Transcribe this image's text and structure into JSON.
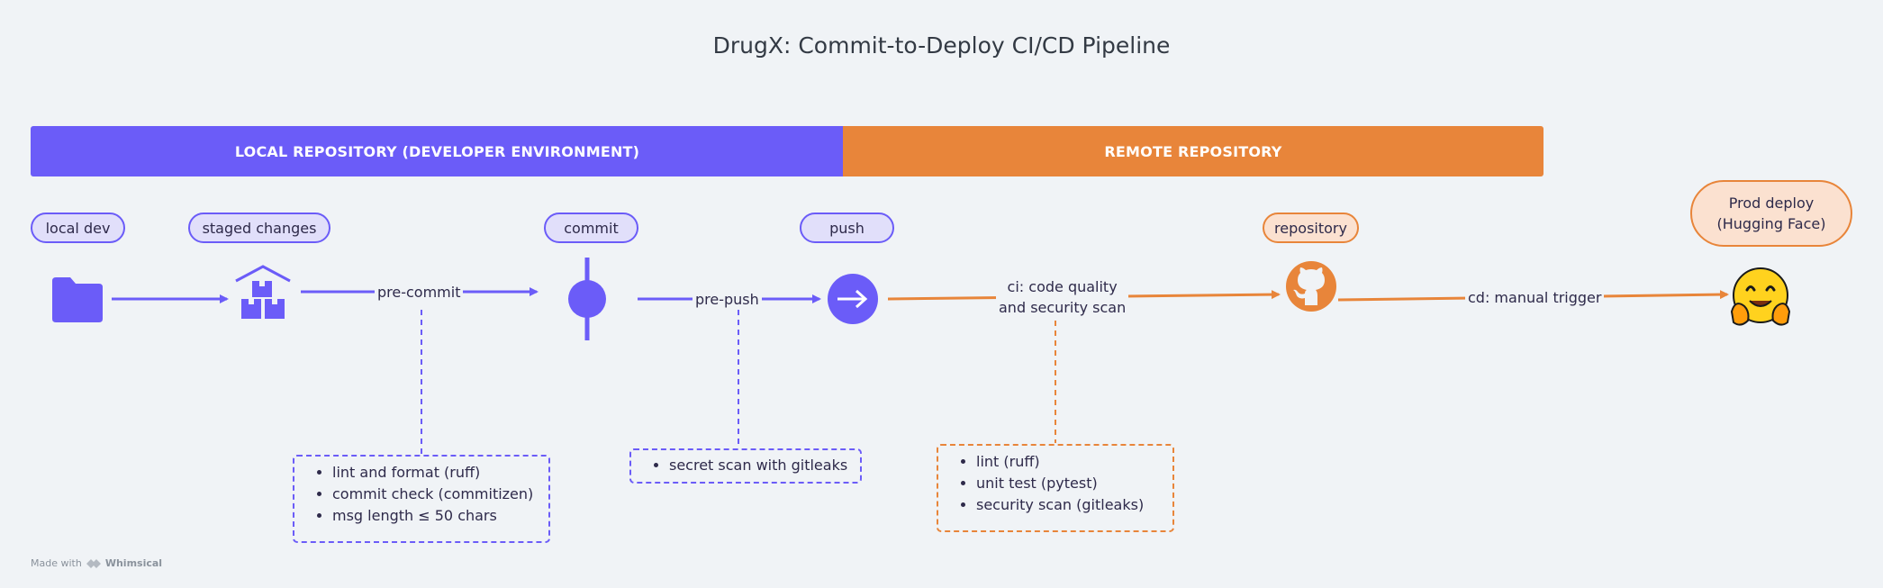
{
  "title": "DrugX: Commit-to-Deploy CI/CD Pipeline",
  "colors": {
    "local": "#6b5cf8",
    "remote": "#e8853a",
    "background": "#f0f3f6"
  },
  "bands": {
    "local": "LOCAL REPOSITORY (DEVELOPER ENVIRONMENT)",
    "remote": "REMOTE REPOSITORY"
  },
  "nodes": {
    "local_dev": "local dev",
    "staged_changes": "staged changes",
    "commit": "commit",
    "push": "push",
    "repository": "repository",
    "prod_deploy_line1": "Prod deploy",
    "prod_deploy_line2": "(Hugging Face)"
  },
  "icons": {
    "local_dev": "folder-icon",
    "staged_changes": "boxes-icon",
    "commit": "git-commit-icon",
    "push": "arrow-right-circle-icon",
    "repository": "github-icon",
    "prod_deploy": "hugging-face-icon"
  },
  "edges": {
    "pre_commit": "pre-commit",
    "pre_push": "pre-push",
    "ci_line1": "ci: code quality",
    "ci_line2": "and security scan",
    "cd": "cd: manual trigger"
  },
  "notes": {
    "pre_commit": [
      "lint and format (ruff)",
      "commit check (commitizen)",
      "msg length ≤ 50 chars"
    ],
    "pre_push": [
      "secret scan with gitleaks"
    ],
    "ci": [
      "lint (ruff)",
      "unit test (pytest)",
      "security scan (gitleaks)"
    ]
  },
  "footer": {
    "made_with": "Made with",
    "brand": "Whimsical"
  }
}
